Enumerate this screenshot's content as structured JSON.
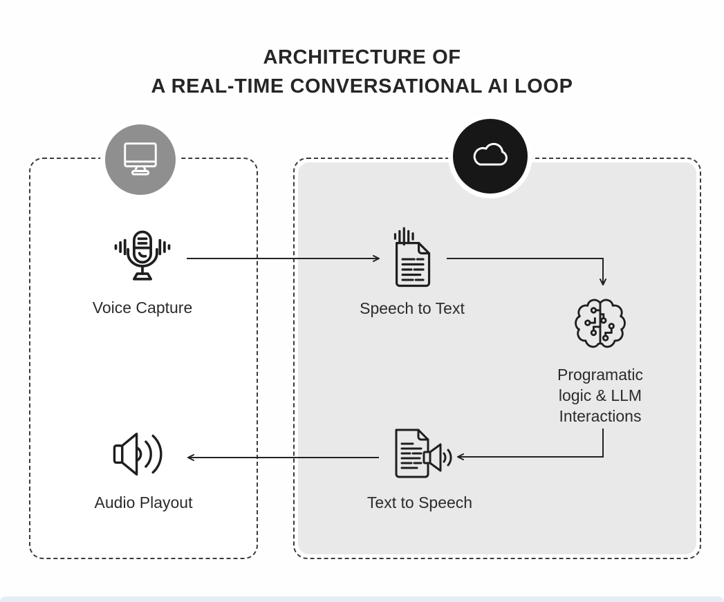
{
  "title": {
    "line1": "ARCHITECTURE OF",
    "line2": "A REAL-TIME CONVERSATIONAL AI LOOP"
  },
  "zones": {
    "client": {
      "badge_icon": "monitor-icon",
      "style": "white-dashed"
    },
    "cloud": {
      "badge_icon": "cloud-icon",
      "style": "gray-dashed"
    }
  },
  "nodes": {
    "voice_capture": {
      "label": "Voice Capture",
      "icon": "microphone-icon",
      "zone": "client"
    },
    "speech_to_text": {
      "label": "Speech to Text",
      "icon": "document-audio-icon",
      "zone": "cloud"
    },
    "llm": {
      "label_line1": "Programatic",
      "label_line2": "logic & LLM",
      "label_line3": "Interactions",
      "icon": "brain-circuit-icon",
      "zone": "cloud"
    },
    "text_to_speech": {
      "label": "Text to Speech",
      "icon": "document-speaker-icon",
      "zone": "cloud"
    },
    "audio_playout": {
      "label": "Audio Playout",
      "icon": "speaker-icon",
      "zone": "client"
    }
  },
  "edges": [
    {
      "from": "voice_capture",
      "to": "speech_to_text"
    },
    {
      "from": "speech_to_text",
      "to": "llm"
    },
    {
      "from": "llm",
      "to": "text_to_speech"
    },
    {
      "from": "text_to_speech",
      "to": "audio_playout"
    }
  ],
  "colors": {
    "background": "#fefefe",
    "panel_gray": "#e9e9e9",
    "client_badge": "#8f8f8f",
    "cloud_badge": "#171717",
    "stroke": "#222222",
    "text": "#2b2b2b",
    "footer_bar": "#e7edf6"
  }
}
